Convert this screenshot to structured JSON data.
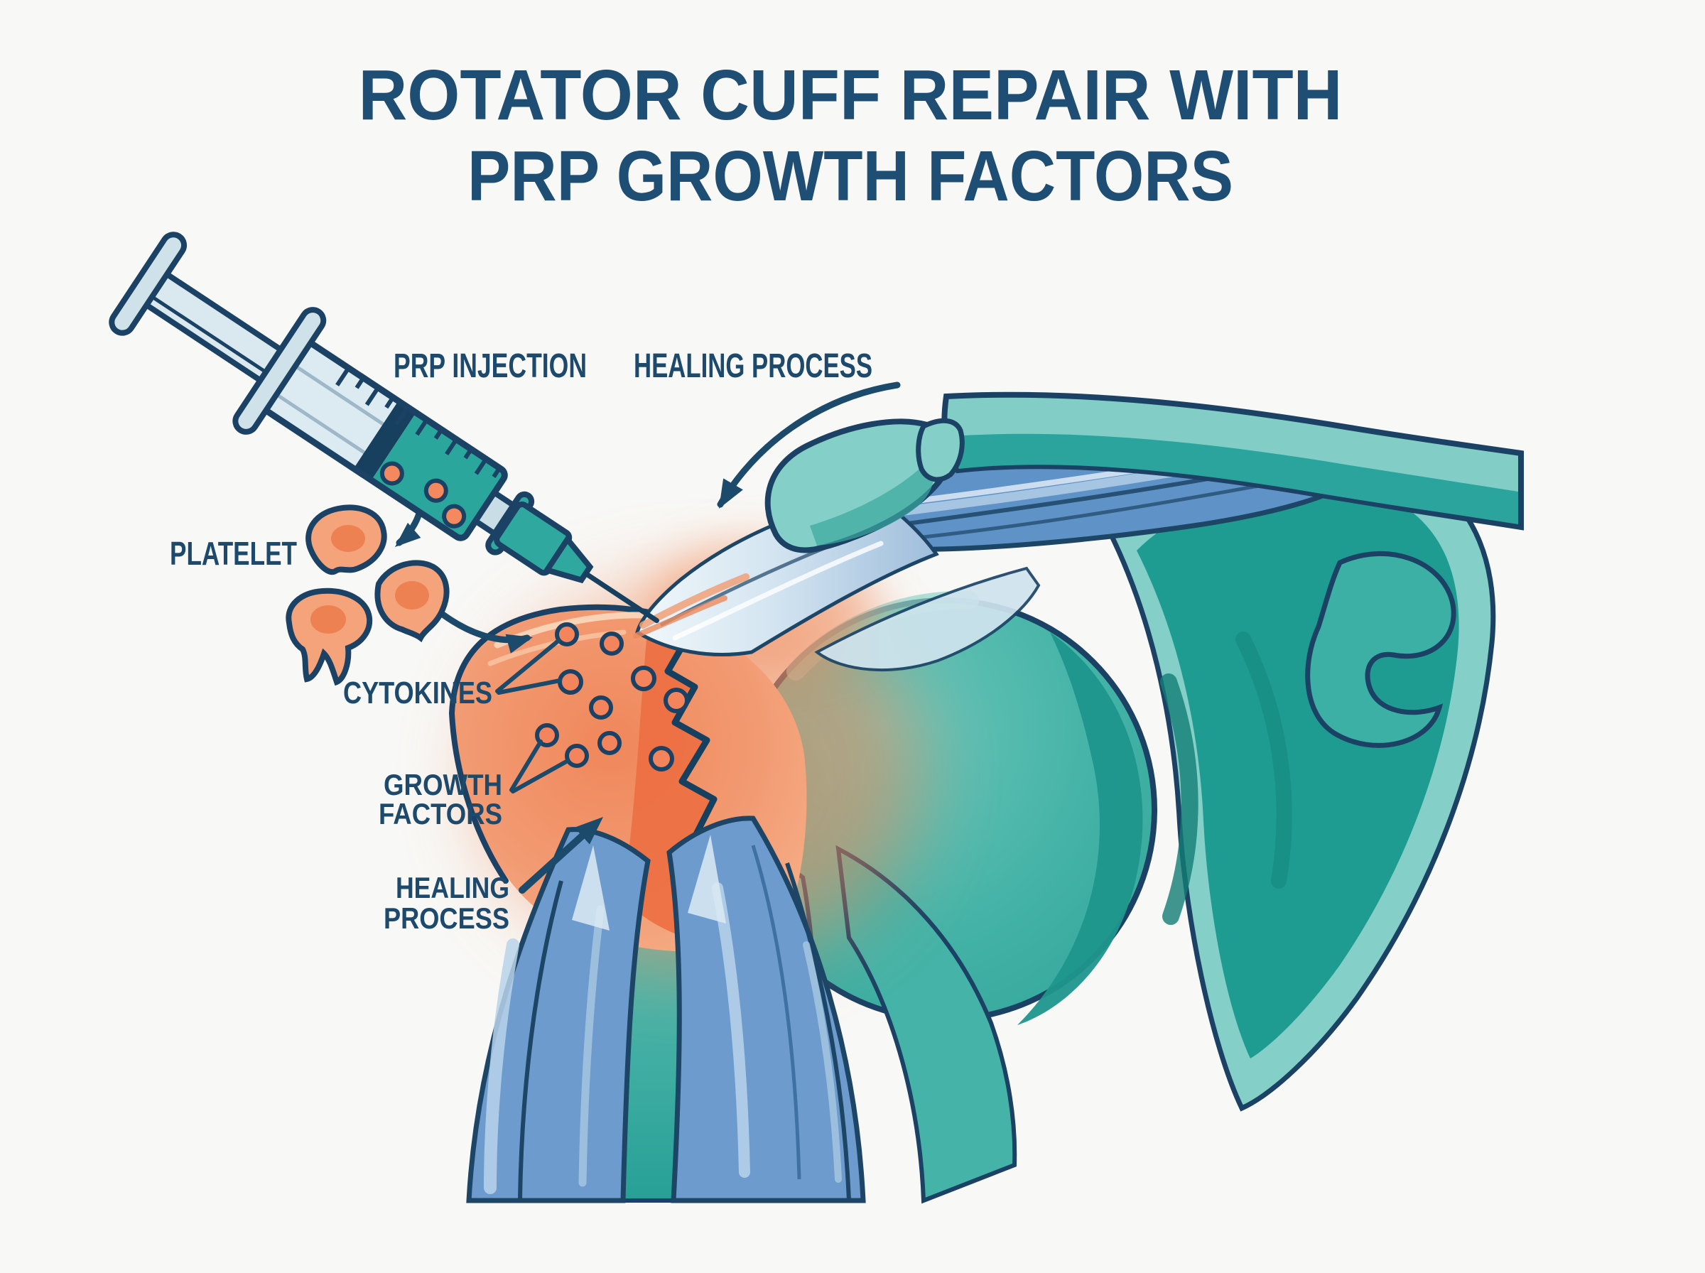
{
  "title": {
    "line1": "ROTATOR CUFF REPAIR WITH",
    "line2": "PRP GROWTH FACTORS"
  },
  "labels": {
    "prp_injection": "PRP INJECTION",
    "healing_process_top": "HEALING PROCESS",
    "platelet": "PLATELET",
    "cytokines": "CYTOKINES",
    "growth_factors_line1": "GROWTH",
    "growth_factors_line2": "FACTORS",
    "healing_process_left_line1": "HEALING",
    "healing_process_left_line2": "PROCESS"
  },
  "colors": {
    "background": "#f8f8f6",
    "title_text": "#1e4e73",
    "label_text": "#1d4a6c",
    "outline_navy": "#1b4264",
    "bone_light": "#84cfc7",
    "bone_mid": "#3db0a5",
    "bone_dark": "#1d968c",
    "muscle_blue": "#6d9bce",
    "muscle_light_blue": "#b9d4ea",
    "tendon_pale": "#dcebf3",
    "inflamed_orange": "#f2906a",
    "inflamed_deep": "#ec6c40",
    "molecule_orange": "#f4845c",
    "platelet_fill": "#f5a37b",
    "platelet_nucleus": "#ee8152",
    "syringe_glass": "#d9e9ef",
    "syringe_liquid": "#2aa69d"
  },
  "figures": {
    "scene": "shoulder-anatomy-prp-injection",
    "platelet_cell_count": 3,
    "molecule_dot_count": 10,
    "syringe_parts": [
      "plunger-flange",
      "plunger-rod",
      "finger-flange",
      "glass-barrel",
      "plunger-seal",
      "prp-liquid",
      "needle-hub",
      "needle-tip",
      "needle"
    ],
    "anatomy_parts": [
      "clavicle",
      "acromion",
      "scapula",
      "coracoid-process",
      "glenoid-rim",
      "humeral-head",
      "humerus-shaft",
      "supraspinatus-muscle",
      "supraspinatus-tendon",
      "inflamed-tendon-region",
      "tendon-tear",
      "deltoid-muscle-front",
      "deltoid-muscle-back"
    ]
  }
}
